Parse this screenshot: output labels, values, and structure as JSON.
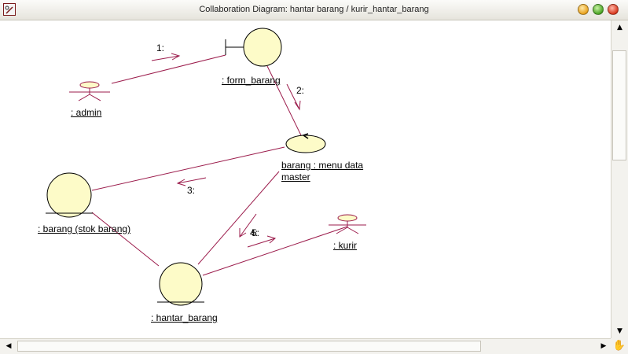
{
  "window": {
    "title": "Collaboration Diagram: hantar barang / kurir_hantar_barang"
  },
  "colors": {
    "line": "#9b1b4b",
    "object_fill": "#fdfbc8",
    "stroke": "#000000"
  },
  "objects": {
    "admin": ": admin",
    "form_barang": ": form_barang",
    "menu_data_master_1": "barang : menu data",
    "menu_data_master_2": "master",
    "stok_barang": ": barang (stok barang)",
    "kurir": ": kurir",
    "hantar_barang": ": hantar_barang"
  },
  "messages": {
    "m1": "1:",
    "m2": "2:",
    "m3": "3:",
    "m4": "4:",
    "m5": "5:"
  },
  "icons": {
    "scroll_up": "arrow-up-icon",
    "scroll_down": "arrow-down-icon",
    "scroll_left": "arrow-left-icon",
    "scroll_right": "arrow-right-icon",
    "corner": "hand-icon"
  }
}
